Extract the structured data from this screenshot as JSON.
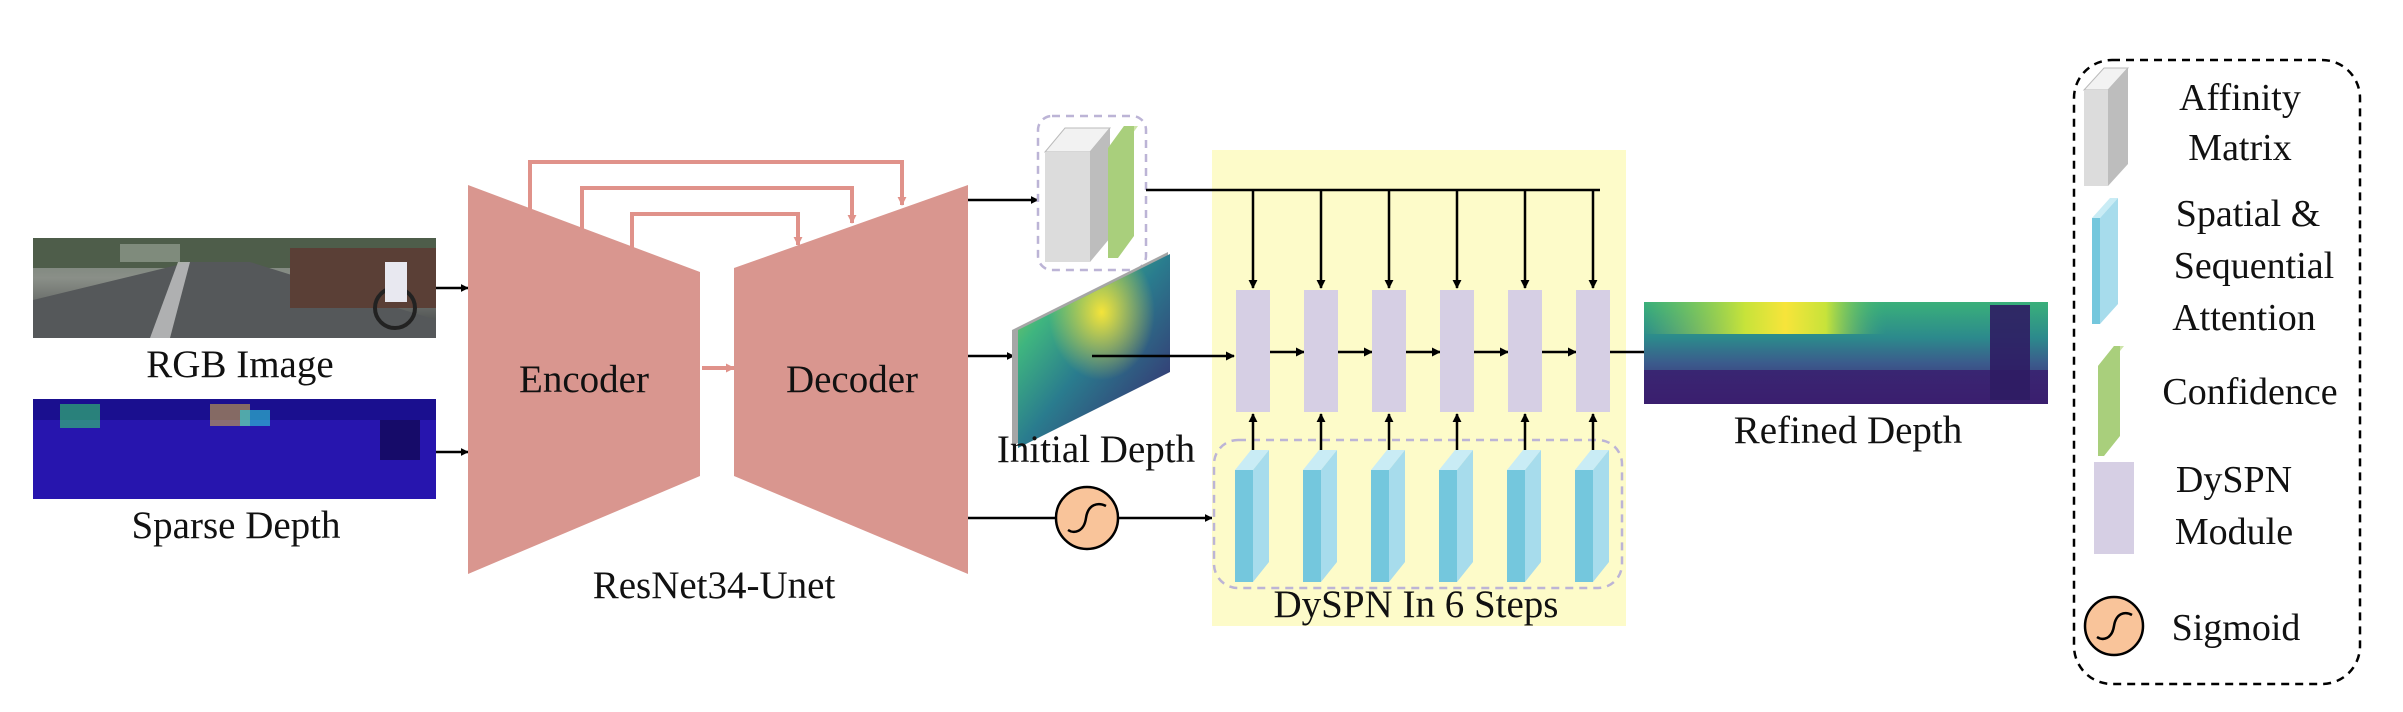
{
  "inputs": {
    "rgb_label": "RGB Image",
    "sparse_label": "Sparse Depth"
  },
  "network": {
    "encoder_label": "Encoder",
    "decoder_label": "Decoder",
    "backbone_label": "ResNet34-Unet"
  },
  "outputs": {
    "initial_depth_label": "Initial Depth",
    "refined_depth_label": "Refined Depth"
  },
  "dyspn": {
    "region_label": "DySPN In 6 Steps",
    "steps": 6
  },
  "legend": {
    "items": [
      {
        "icon": "affinity-matrix-icon",
        "lines": [
          "Affinity",
          "Matrix"
        ]
      },
      {
        "icon": "attention-icon",
        "lines": [
          "Spatial &",
          "Sequential",
          "Attention"
        ]
      },
      {
        "icon": "confidence-icon",
        "lines": [
          "Confidence"
        ]
      },
      {
        "icon": "dyspn-module-icon",
        "lines": [
          "DySPN",
          "Module"
        ]
      },
      {
        "icon": "sigmoid-icon",
        "lines": [
          "Sigmoid"
        ]
      }
    ]
  },
  "colors": {
    "encoder_decoder": "#d9968f",
    "skip_arrow": "#e0928a",
    "yellow_region": "#fdfbc9",
    "dyspn_module": "#d6cfe4",
    "attention_front": "#74c7dd",
    "attention_side": "#a7dcec",
    "affinity_front": "#dcdcdc",
    "confidence": "#a9cf7c",
    "sigmoid": "#f9c49a"
  }
}
